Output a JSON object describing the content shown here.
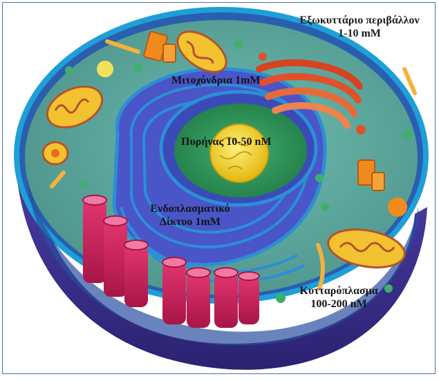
{
  "labels": {
    "extracellular": {
      "line1": "Εξωκυττάριο περιβάλλον",
      "line2": "1-10 mM"
    },
    "mitochondria": "Μιτοχόνδρια 1mM",
    "nucleus": "Πυρήνας 10-50 nM",
    "er": {
      "line1": "Ενδοπλασματικό",
      "line2": "Δίκτυο 1mM"
    },
    "cytoplasm": {
      "line1": "Κυτταρόπλασμα",
      "line2": "100-200 nM"
    }
  },
  "colors": {
    "membrane": "#1e9fd8",
    "outer_shell": "#3a2f93",
    "cytoplasm": "#5fa99e",
    "er": "#4a55c8",
    "nucleus": "#2e8f5a",
    "nucleolus": "#f2d21c",
    "mitochondria": "#f2c230",
    "golgi": "#e0512b",
    "lysosome_magenta": "#d4245f"
  }
}
